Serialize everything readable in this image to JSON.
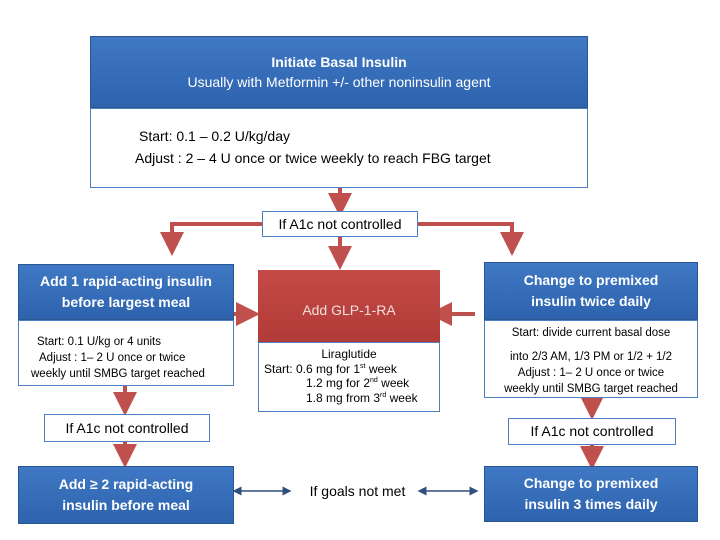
{
  "top": {
    "title": "Initiate Basal Insulin",
    "subtitle": "Usually with Metformin +/- other noninsulin agent",
    "start_label": "Start:",
    "start_value": "0.1 – 0.2 U/kg/day",
    "adjust_label": "Adjust :",
    "adjust_value": "2 – 4  U once or twice weekly to reach FBG target"
  },
  "branch_label": "If A1c not controlled",
  "left": {
    "title_line1": "Add 1 rapid-acting insulin",
    "title_line2": "before largest meal",
    "detail_line1": "Start:  0.1 U/kg  or 4 units",
    "detail_line2": "Adjust : 1– 2 U once or twice",
    "detail_line3": "weekly until SMBG target reached",
    "condition": "If A1c not controlled",
    "next_line1": "Add ≥ 2 rapid-acting",
    "next_line2": "insulin before   meal"
  },
  "middle": {
    "title": "Add  GLP-1-RA",
    "drug": "Liraglutide",
    "dose1_pre": "Start:  0.6 mg for 1",
    "dose1_sup": "st",
    "dose1_post": " week",
    "dose2_pre": "1.2 mg for 2",
    "dose2_sup": "nd",
    "dose2_post": " week",
    "dose3_pre": "1.8 mg from 3",
    "dose3_sup": "rd",
    "dose3_post": " week",
    "condition": "If goals not met"
  },
  "right": {
    "title_line1": "Change to premixed",
    "title_line2": "insulin twice daily",
    "detail_line1": "Start:  divide current basal dose",
    "detail_line2": "into 2/3 AM, 1/3 PM or 1/2 + 1/2",
    "detail_line3": "Adjust : 1– 2 U once or twice",
    "detail_line4": "weekly until SMBG target reached",
    "condition": "If A1c not controlled",
    "next_line1": "Change to premixed",
    "next_line2": "insulin 3 times daily"
  },
  "colors": {
    "blue": "#3068b3",
    "red_arrow": "#c0504d",
    "box_border": "#4f7fbf",
    "arrow_blue": "#4a74b0"
  }
}
